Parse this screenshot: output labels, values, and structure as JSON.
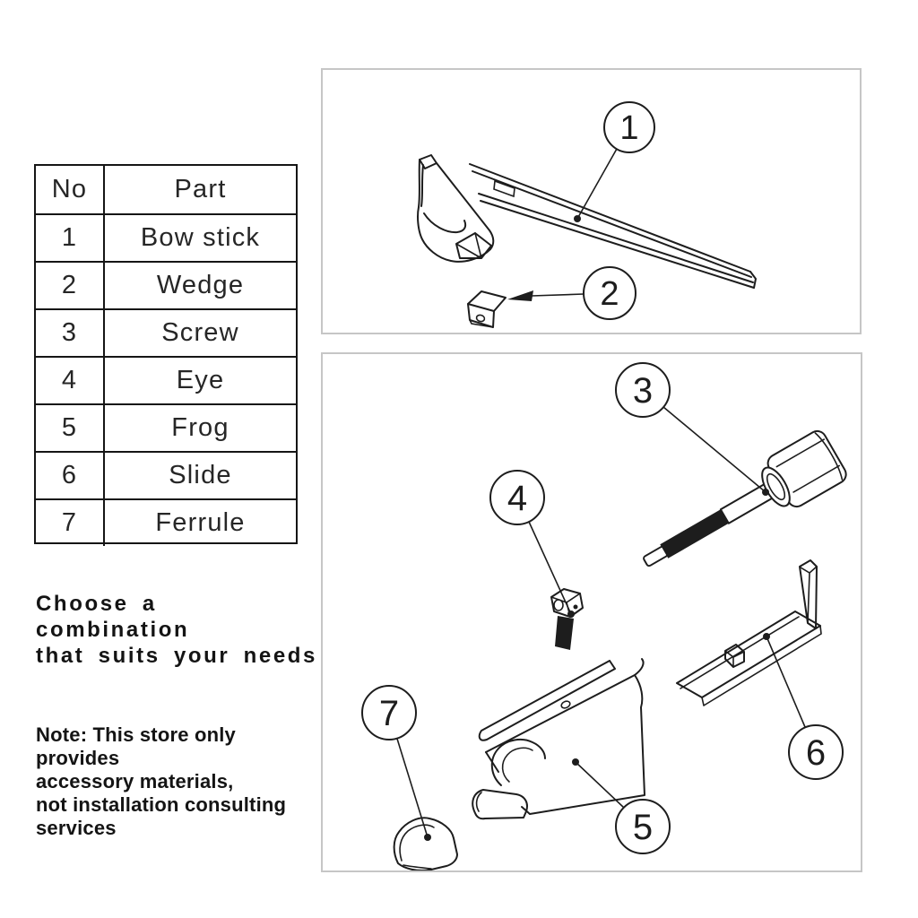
{
  "table": {
    "headers": [
      "No",
      "Part"
    ],
    "rows": [
      {
        "no": "1",
        "part": "Bow stick"
      },
      {
        "no": "2",
        "part": "Wedge"
      },
      {
        "no": "3",
        "part": "Screw"
      },
      {
        "no": "4",
        "part": "Eye"
      },
      {
        "no": "5",
        "part": "Frog"
      },
      {
        "no": "6",
        "part": "Slide"
      },
      {
        "no": "7",
        "part": "Ferrule"
      }
    ]
  },
  "tagline": {
    "line1": "Choose a combination",
    "line2": "that suits your needs"
  },
  "note": {
    "line1": "Note: This store only provides",
    "line2": "accessory materials,",
    "line3": "not installation consulting",
    "line4": "services"
  },
  "callouts": {
    "c1": "1",
    "c2": "2",
    "c3": "3",
    "c4": "4",
    "c5": "5",
    "c6": "6",
    "c7": "7"
  },
  "colors": {
    "line_art": "#1d1d1d",
    "box_border": "#c6c6c6",
    "background": "#ffffff"
  }
}
